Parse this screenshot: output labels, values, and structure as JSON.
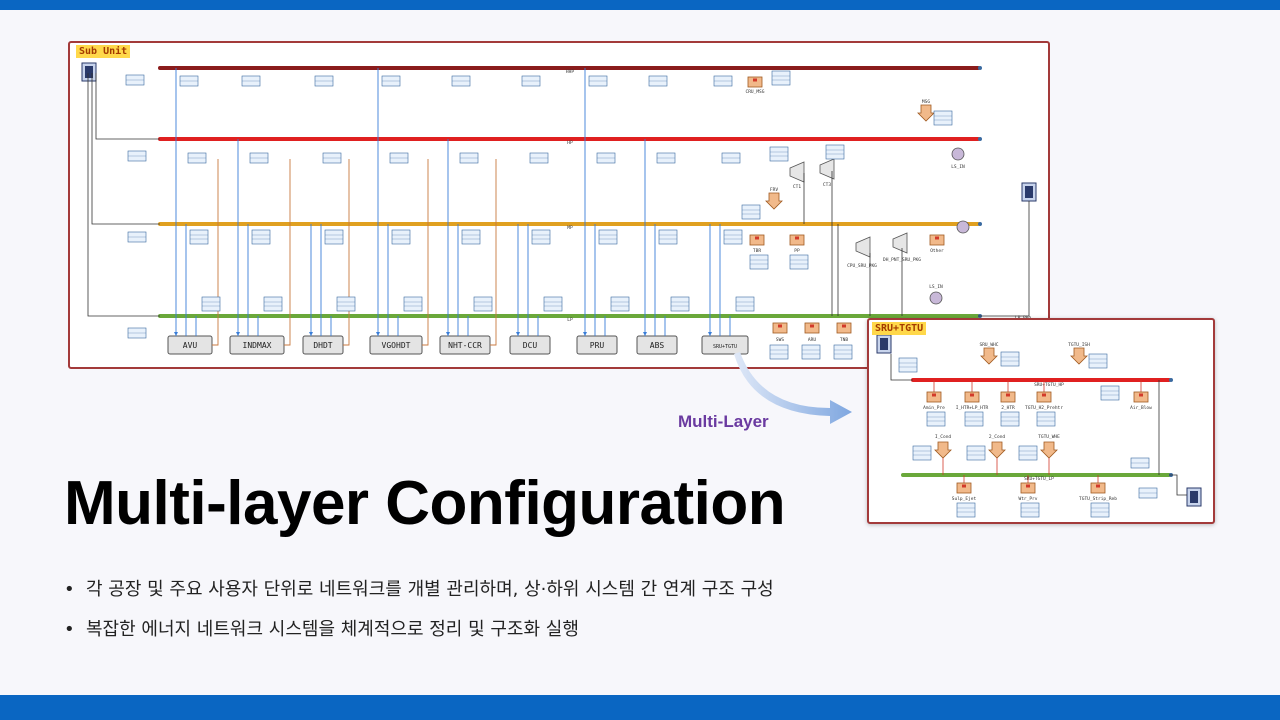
{
  "main_diagram": {
    "tag": "Sub Unit",
    "headers": [
      "HHP",
      "HP",
      "MP",
      "LP"
    ],
    "units": [
      "AVU",
      "INDMAX",
      "DHDT",
      "VGOHDT",
      "NHT-CCR",
      "DCU",
      "PRU",
      "ABS",
      "SRU+TGTU"
    ],
    "equipment": [
      "CRU_MSG",
      "MSG",
      "FRV",
      "CT1",
      "CT3",
      "LS_IN",
      "CPU_SRU_PKG",
      "DH_PNT_SRU_PKG",
      "Other",
      "TBR",
      "PP",
      "SWS",
      "ARU",
      "TNB",
      "LS_IN",
      "LP Pkg"
    ]
  },
  "inset_diagram": {
    "tag": "SRU+TGTU",
    "top_labels": [
      "SRU_WHC",
      "TGTU_ISH",
      "SRU+TGTU_HP"
    ],
    "hp_items": [
      "Amin_Pre",
      "I_HTR+LP_HTR",
      "2_HTR",
      "TGTU_H2_Prehtr",
      "Air_Blow"
    ],
    "mid_labels": [
      "I_Cond",
      "2_Cond",
      "TGTU_WHE",
      "SRU+TGTU_LP"
    ],
    "lp_items": [
      "Sulp_Ejet",
      "Wtr_Prv",
      "TGTU_Strip_Reb"
    ]
  },
  "callout": "Multi-Layer",
  "title": "Multi-layer Configuration",
  "bullets": [
    "각 공장 및 주요 사용자 단위로 네트워크를 개별 관리하며, 상·하위 시스템 간 연계 구조 구성",
    "복잡한 에너지 네트워크 시스템을 체계적으로 정리 및 구조화 실행"
  ],
  "bullet_symbol": "•",
  "colors": {
    "hhp": "#8a1c1c",
    "hp": "#e02020",
    "mp": "#e0a020",
    "lp": "#6aa83a",
    "flow_down": "#3a7ed8",
    "flow_up": "#c87a40",
    "frame": "#a33a3a",
    "accent": "#0a66c2"
  }
}
